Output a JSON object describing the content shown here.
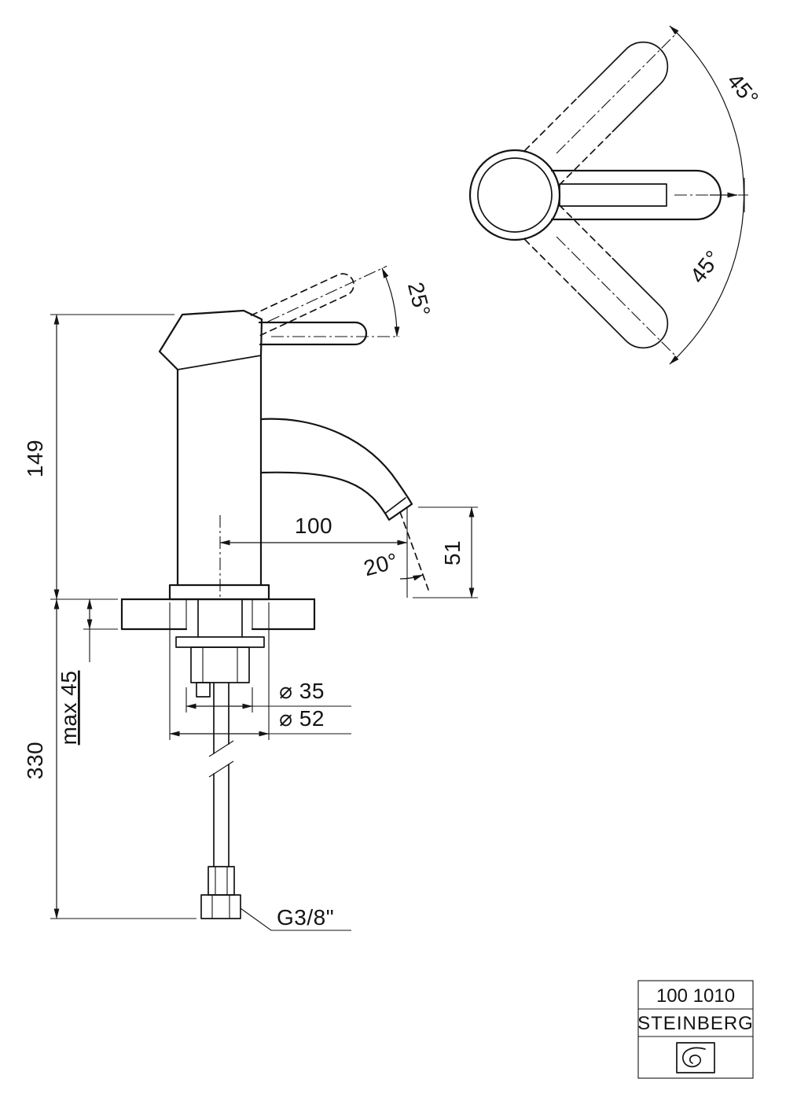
{
  "page": {
    "background": "#ffffff",
    "ink": "#141414"
  },
  "plan_view": {
    "swing_angle_top": "45°",
    "swing_angle_bottom": "45°"
  },
  "side_view": {
    "handle_lift_angle": "25°",
    "spout_stream_angle": "20°",
    "height_to_spout_top": "149",
    "spout_reach": "100",
    "spout_outlet_height": "51",
    "max_counter_thickness": "max 45",
    "supply_length_below": "330",
    "shank_diameter": "⌀ 35",
    "base_diameter": "⌀ 52",
    "connection_thread": "G3/8\""
  },
  "title_block": {
    "model_number": "100 1010",
    "brand": "STEINBERG"
  }
}
